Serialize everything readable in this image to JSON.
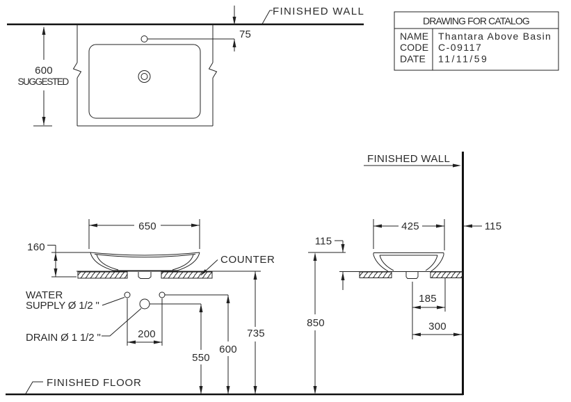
{
  "title_block": {
    "title": "DRAWING FOR CATALOG",
    "rows": [
      {
        "label": "NAME",
        "value": "Thantara Above Basin"
      },
      {
        "label": "CODE",
        "value": "C-09117"
      },
      {
        "label": "DATE",
        "value": "11/11/59"
      }
    ]
  },
  "plan_view": {
    "wall_label": "FINISHED WALL",
    "dim_faucet_offset": "75",
    "dim_depth": "600",
    "dim_depth_note": "SUGGESTED"
  },
  "front_view": {
    "dim_width": "650",
    "dim_basin_height": "160",
    "counter_label": "COUNTER",
    "water_supply_line1": "WATER",
    "water_supply_line2": "SUPPLY Ø 1/2 \"",
    "drain_label": "DRAIN Ø 1 1/2 \"",
    "dim_supply_spacing": "200",
    "dim_drain_height": "550",
    "dim_supply_height": "600",
    "dim_counter_height": "735",
    "floor_label": "FINISHED FLOOR"
  },
  "side_view": {
    "wall_label": "FINISHED WALL",
    "dim_basin_depth": "425",
    "dim_wall_offset": "115",
    "dim_rim_above_counter": "115",
    "dim_drain_to_edge": "185",
    "dim_drain_to_wall": "300",
    "dim_rim_height": "850"
  }
}
